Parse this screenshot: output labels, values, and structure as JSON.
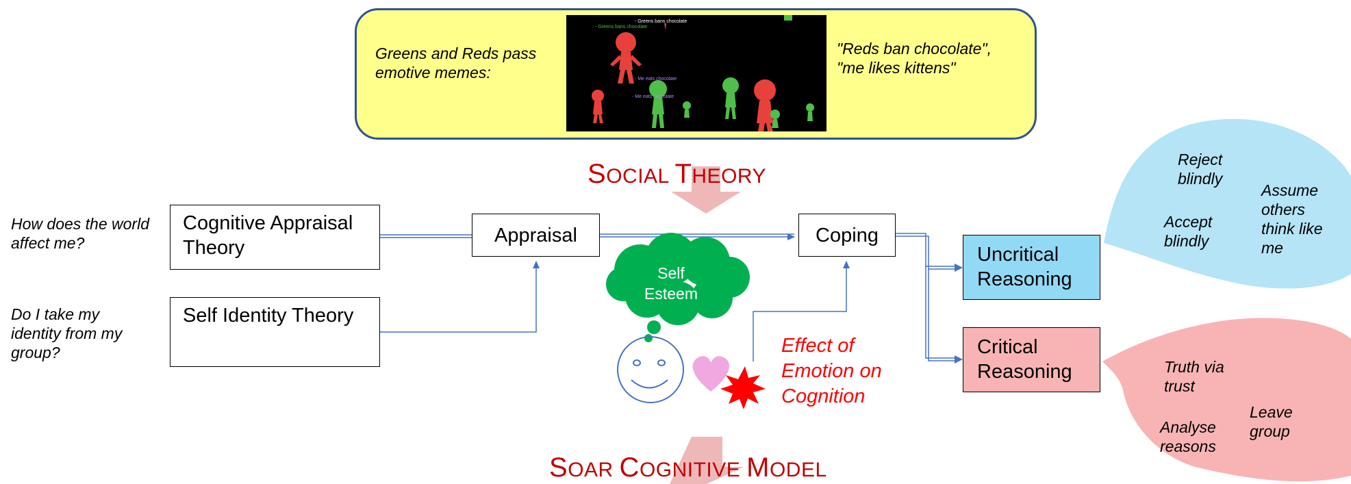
{
  "banner": {
    "left_text": "Greens and Reds pass emotive memes:",
    "right_text": "\"Reds ban chocolate\", \"me likes kittens\"",
    "memes": [
      "- Greens bans chocolate",
      "- Greens bans chocolate",
      "- Me eats chocolate",
      "- Me eats chocolate"
    ]
  },
  "titles": {
    "social": {
      "first_cap": "S",
      "first_rest": "OCIAL ",
      "second_cap": "T",
      "second_rest": "HEORY"
    },
    "soar": {
      "first_cap": "S",
      "first_rest": "OAR ",
      "second_cap": "C",
      "second_rest": "OGNITIVE ",
      "third_cap": "M",
      "third_rest": "ODEL"
    }
  },
  "questions": {
    "q1": "How does the world affect me?",
    "q2": "Do I take my identity from my group?"
  },
  "boxes": {
    "cognitive_appraisal_theory": "Cognitive Appraisal Theory",
    "self_identity_theory": "Self Identity Theory",
    "appraisal": "Appraisal",
    "coping": "Coping",
    "uncritical_reasoning": "Uncritical Reasoning",
    "critical_reasoning": "Critical Reasoning"
  },
  "thought": {
    "text": "Self Esteem"
  },
  "effect_label": "Effect of Emotion on Cognition",
  "uncritical_bubble": {
    "reject": "Reject blindly",
    "accept": "Accept blindly",
    "assume": "Assume others think like me"
  },
  "critical_bubble": {
    "truth": "Truth via trust",
    "analyse": "Analyse reasons",
    "leave": "Leave group"
  },
  "colors": {
    "banner_fill": "#ffff8c",
    "banner_border": "#2f528f",
    "connector": "#4472c4",
    "title": "#c00000",
    "effect": "#ff0000",
    "uncritical_fill": "#92d9f6",
    "critical_fill": "#f8b4b4",
    "thought_fill": "#00b050",
    "big_arrow": "#eeb8b8"
  }
}
